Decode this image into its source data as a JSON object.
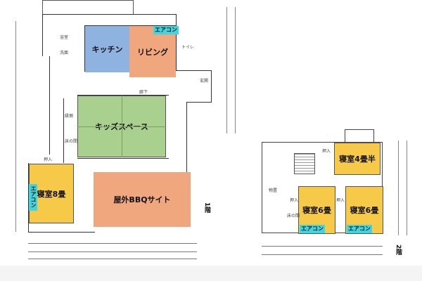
{
  "floor1": {
    "label": "1階",
    "rooms": {
      "kitchen": "キッチン",
      "living": "リビング",
      "kids_space": "キッズスペース",
      "bedroom8": "寝室8畳",
      "bbq": "屋外BBQサイト"
    },
    "ac": [
      "エアコン",
      "エアコン"
    ],
    "small_labels": [
      "トイレ",
      "廊下",
      "玄関",
      "押入",
      "床の間",
      "縁側",
      "浴室",
      "洗面"
    ]
  },
  "floor2": {
    "label": "2階",
    "rooms": {
      "bedroom45": "寝室4畳半",
      "bedroom6a": "寝室6畳",
      "bedroom6b": "寝室6畳"
    },
    "ac": [
      "エアコン",
      "エアコン"
    ],
    "small_labels": [
      "押入",
      "床の間",
      "押入",
      "押入",
      "物置"
    ]
  },
  "colors": {
    "kitchen": "#8fb3e0",
    "living": "#f0a77e",
    "kids_space": "#a9d08e",
    "bedroom": "#f7c948",
    "bbq": "#f0a77e",
    "ac": "#3fd6e0"
  }
}
